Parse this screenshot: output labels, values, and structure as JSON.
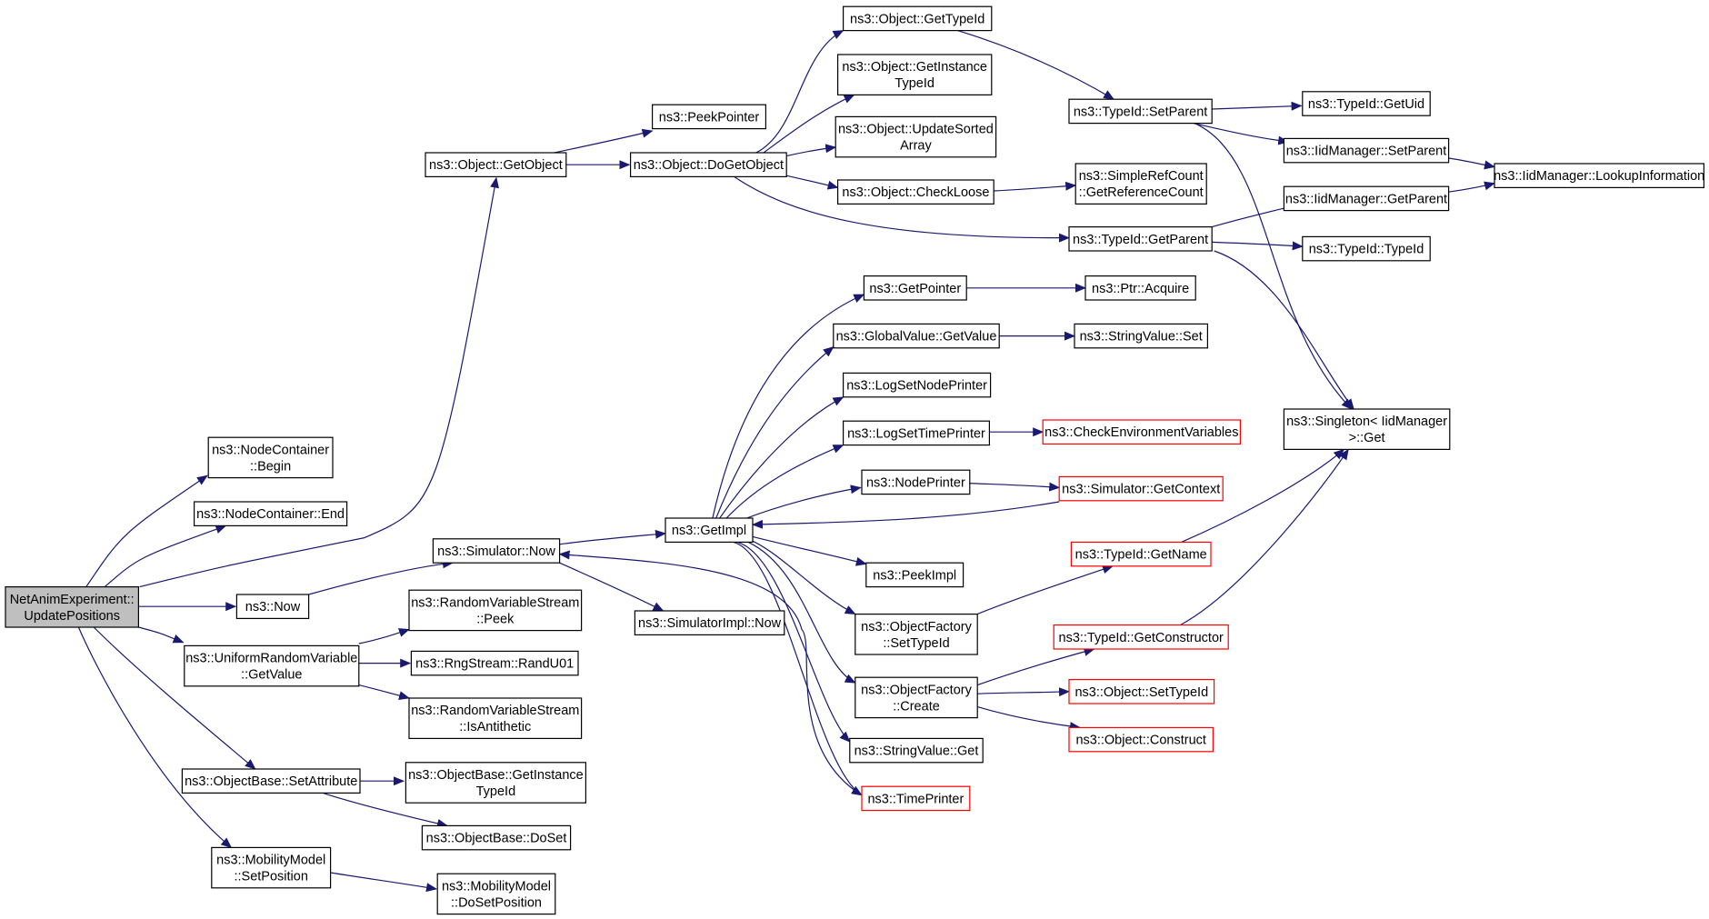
{
  "colors": {
    "edge": "#191970",
    "node_border": "#000000",
    "node_border_incomplete": "#ff0000",
    "root_fill": "#bfbfbf"
  },
  "nodes": [
    {
      "id": "root",
      "lines": [
        "NetAnimExperiment::",
        "UpdatePositions"
      ],
      "style": "root"
    },
    {
      "id": "nc_begin",
      "lines": [
        "ns3::NodeContainer",
        "::Begin"
      ]
    },
    {
      "id": "nc_end",
      "lines": [
        "ns3::NodeContainer::End"
      ]
    },
    {
      "id": "now",
      "lines": [
        "ns3::Now"
      ]
    },
    {
      "id": "urv",
      "lines": [
        "ns3::UniformRandomVariable",
        "::GetValue"
      ]
    },
    {
      "id": "ob_setattr",
      "lines": [
        "ns3::ObjectBase::SetAttribute"
      ]
    },
    {
      "id": "mm_setpos",
      "lines": [
        "ns3::MobilityModel",
        "::SetPosition"
      ]
    },
    {
      "id": "obj_getobject",
      "lines": [
        "ns3::Object::GetObject"
      ]
    },
    {
      "id": "sim_now",
      "lines": [
        "ns3::Simulator::Now"
      ]
    },
    {
      "id": "rvs_peek",
      "lines": [
        "ns3::RandomVariableStream",
        "::Peek"
      ]
    },
    {
      "id": "rng_randu01",
      "lines": [
        "ns3::RngStream::RandU01"
      ]
    },
    {
      "id": "rvs_isanti",
      "lines": [
        "ns3::RandomVariableStream",
        "::IsAntithetic"
      ]
    },
    {
      "id": "ob_getinst",
      "lines": [
        "ns3::ObjectBase::GetInstance",
        "TypeId"
      ]
    },
    {
      "id": "ob_doset",
      "lines": [
        "ns3::ObjectBase::DoSet"
      ]
    },
    {
      "id": "mm_dosetpos",
      "lines": [
        "ns3::MobilityModel",
        "::DoSetPosition"
      ]
    },
    {
      "id": "peekpointer",
      "lines": [
        "ns3::PeekPointer"
      ]
    },
    {
      "id": "obj_dogetobject",
      "lines": [
        "ns3::Object::DoGetObject"
      ]
    },
    {
      "id": "getimpl",
      "lines": [
        "ns3::GetImpl"
      ]
    },
    {
      "id": "simimpl_now",
      "lines": [
        "ns3::SimulatorImpl::Now"
      ]
    },
    {
      "id": "obj_gettypeid",
      "lines": [
        "ns3::Object::GetTypeId"
      ]
    },
    {
      "id": "obj_getinsttypeid",
      "lines": [
        "ns3::Object::GetInstance",
        "TypeId"
      ]
    },
    {
      "id": "obj_updatesorted",
      "lines": [
        "ns3::Object::UpdateSorted",
        "Array"
      ]
    },
    {
      "id": "obj_checkloose",
      "lines": [
        "ns3::Object::CheckLoose"
      ]
    },
    {
      "id": "getpointer",
      "lines": [
        "ns3::GetPointer"
      ]
    },
    {
      "id": "gv_getvalue",
      "lines": [
        "ns3::GlobalValue::GetValue"
      ]
    },
    {
      "id": "logsetnode",
      "lines": [
        "ns3::LogSetNodePrinter"
      ]
    },
    {
      "id": "logsettime",
      "lines": [
        "ns3::LogSetTimePrinter"
      ]
    },
    {
      "id": "nodeprinter",
      "lines": [
        "ns3::NodePrinter"
      ]
    },
    {
      "id": "peekimpl",
      "lines": [
        "ns3::PeekImpl"
      ]
    },
    {
      "id": "of_settypeid",
      "lines": [
        "ns3::ObjectFactory",
        "::SetTypeId"
      ]
    },
    {
      "id": "of_create",
      "lines": [
        "ns3::ObjectFactory",
        "::Create"
      ]
    },
    {
      "id": "sv_get",
      "lines": [
        "ns3::StringValue::Get"
      ]
    },
    {
      "id": "timeprinter",
      "lines": [
        "ns3::TimePrinter"
      ],
      "style": "red"
    },
    {
      "id": "tid_setparent",
      "lines": [
        "ns3::TypeId::SetParent"
      ]
    },
    {
      "id": "srcount",
      "lines": [
        "ns3::SimpleRefCount",
        "::GetReferenceCount"
      ]
    },
    {
      "id": "tid_getparent",
      "lines": [
        "ns3::TypeId::GetParent"
      ]
    },
    {
      "id": "ptr_acquire",
      "lines": [
        "ns3::Ptr::Acquire"
      ]
    },
    {
      "id": "sv_set",
      "lines": [
        "ns3::StringValue::Set"
      ]
    },
    {
      "id": "checkenv",
      "lines": [
        "ns3::CheckEnvironmentVariables"
      ],
      "style": "red"
    },
    {
      "id": "sim_getcontext",
      "lines": [
        "ns3::Simulator::GetContext"
      ],
      "style": "red"
    },
    {
      "id": "tid_getname",
      "lines": [
        "ns3::TypeId::GetName"
      ],
      "style": "red"
    },
    {
      "id": "tid_getctor",
      "lines": [
        "ns3::TypeId::GetConstructor"
      ],
      "style": "red"
    },
    {
      "id": "obj_settypeid",
      "lines": [
        "ns3::Object::SetTypeId"
      ],
      "style": "red"
    },
    {
      "id": "obj_construct",
      "lines": [
        "ns3::Object::Construct"
      ],
      "style": "red"
    },
    {
      "id": "tid_getuid",
      "lines": [
        "ns3::TypeId::GetUid"
      ]
    },
    {
      "id": "iid_setparent",
      "lines": [
        "ns3::IidManager::SetParent"
      ]
    },
    {
      "id": "iid_getparent",
      "lines": [
        "ns3::IidManager::GetParent"
      ]
    },
    {
      "id": "tid_typeid",
      "lines": [
        "ns3::TypeId::TypeId"
      ]
    },
    {
      "id": "singleton_get",
      "lines": [
        "ns3::Singleton< IidManager",
        ">::Get"
      ]
    },
    {
      "id": "iid_lookup",
      "lines": [
        "ns3::IidManager::LookupInformation"
      ]
    }
  ],
  "edges": [
    [
      "root",
      "nc_begin"
    ],
    [
      "root",
      "nc_end"
    ],
    [
      "root",
      "obj_getobject"
    ],
    [
      "root",
      "now"
    ],
    [
      "root",
      "urv"
    ],
    [
      "root",
      "ob_setattr"
    ],
    [
      "root",
      "mm_setpos"
    ],
    [
      "now",
      "sim_now"
    ],
    [
      "urv",
      "rvs_peek"
    ],
    [
      "urv",
      "rng_randu01"
    ],
    [
      "urv",
      "rvs_isanti"
    ],
    [
      "ob_setattr",
      "ob_getinst"
    ],
    [
      "ob_setattr",
      "ob_doset"
    ],
    [
      "mm_setpos",
      "mm_dosetpos"
    ],
    [
      "obj_getobject",
      "peekpointer"
    ],
    [
      "obj_getobject",
      "obj_dogetobject"
    ],
    [
      "sim_now",
      "getimpl"
    ],
    [
      "sim_now",
      "simimpl_now"
    ],
    [
      "obj_dogetobject",
      "obj_gettypeid"
    ],
    [
      "obj_dogetobject",
      "obj_getinsttypeid"
    ],
    [
      "obj_dogetobject",
      "obj_updatesorted"
    ],
    [
      "obj_dogetobject",
      "obj_checkloose"
    ],
    [
      "obj_dogetobject",
      "tid_getparent"
    ],
    [
      "obj_gettypeid",
      "tid_setparent"
    ],
    [
      "obj_checkloose",
      "srcount"
    ],
    [
      "getimpl",
      "getpointer"
    ],
    [
      "getimpl",
      "gv_getvalue"
    ],
    [
      "getimpl",
      "logsetnode"
    ],
    [
      "getimpl",
      "logsettime"
    ],
    [
      "getimpl",
      "nodeprinter"
    ],
    [
      "getimpl",
      "peekimpl"
    ],
    [
      "getimpl",
      "of_settypeid"
    ],
    [
      "getimpl",
      "of_create"
    ],
    [
      "getimpl",
      "sv_get"
    ],
    [
      "getimpl",
      "timeprinter"
    ],
    [
      "sim_getcontext",
      "getimpl"
    ],
    [
      "timeprinter",
      "sim_now"
    ],
    [
      "getpointer",
      "ptr_acquire"
    ],
    [
      "gv_getvalue",
      "sv_set"
    ],
    [
      "logsettime",
      "checkenv"
    ],
    [
      "nodeprinter",
      "sim_getcontext"
    ],
    [
      "of_settypeid",
      "tid_getname"
    ],
    [
      "of_create",
      "tid_getctor"
    ],
    [
      "of_create",
      "obj_settypeid"
    ],
    [
      "of_create",
      "obj_construct"
    ],
    [
      "tid_getname",
      "singleton_get"
    ],
    [
      "tid_getctor",
      "singleton_get"
    ],
    [
      "tid_setparent",
      "tid_getuid"
    ],
    [
      "tid_setparent",
      "iid_setparent"
    ],
    [
      "tid_setparent",
      "singleton_get"
    ],
    [
      "tid_getparent",
      "iid_getparent"
    ],
    [
      "tid_getparent",
      "tid_typeid"
    ],
    [
      "tid_getparent",
      "singleton_get"
    ],
    [
      "iid_setparent",
      "iid_lookup"
    ],
    [
      "iid_getparent",
      "iid_lookup"
    ]
  ]
}
